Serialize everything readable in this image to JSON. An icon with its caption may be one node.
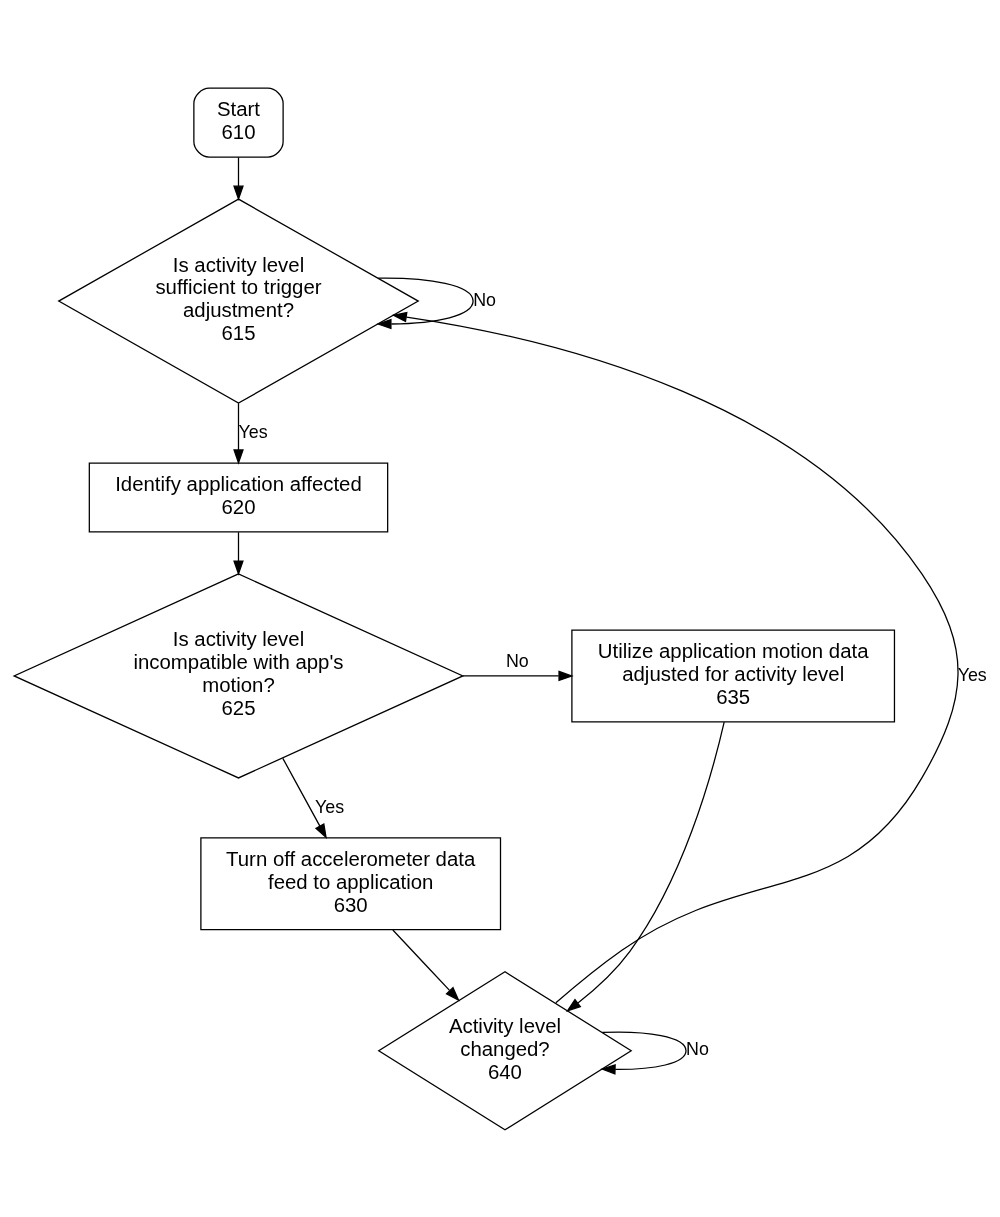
{
  "diagram": {
    "nodes": [
      {
        "text": [
          "Start",
          "610"
        ]
      },
      {
        "text": [
          "Is activity level sufficient to trigger adjustment?",
          "615"
        ]
      },
      {
        "text": [
          "Identify application affected",
          "620"
        ]
      },
      {
        "text": [
          "Is activity level incompatible with app's motion?",
          "625"
        ]
      },
      {
        "text": [
          "Utilize application motion data adjusted for activity level",
          "635"
        ]
      },
      {
        "text": [
          "Turn off accelerometer data feed to application",
          "630"
        ]
      },
      {
        "text": [
          "Activity level changed?",
          "640"
        ]
      }
    ],
    "edges": [
      {
        "from": 0,
        "to": 1,
        "arrow": "to"
      },
      {
        "from": 1,
        "to": 1,
        "arrow": "to",
        "label": "No"
      },
      {
        "from": 1,
        "to": 2,
        "arrow": "to",
        "label": "Yes"
      },
      {
        "from": 2,
        "to": 3,
        "arrow": "to"
      },
      {
        "from": 3,
        "to": 4,
        "arrow": "to",
        "label": "No"
      },
      {
        "from": 3,
        "to": 5,
        "arrow": "to",
        "label": "Yes"
      },
      {
        "from": 5,
        "to": 6,
        "arrow": "to"
      },
      {
        "from": 4,
        "to": 6,
        "arrow": "to"
      },
      {
        "from": 6,
        "to": 6,
        "arrow": "to",
        "label": "No"
      },
      {
        "from": 6,
        "to": 1,
        "arrow": "to",
        "label": "Yes"
      }
    ]
  }
}
